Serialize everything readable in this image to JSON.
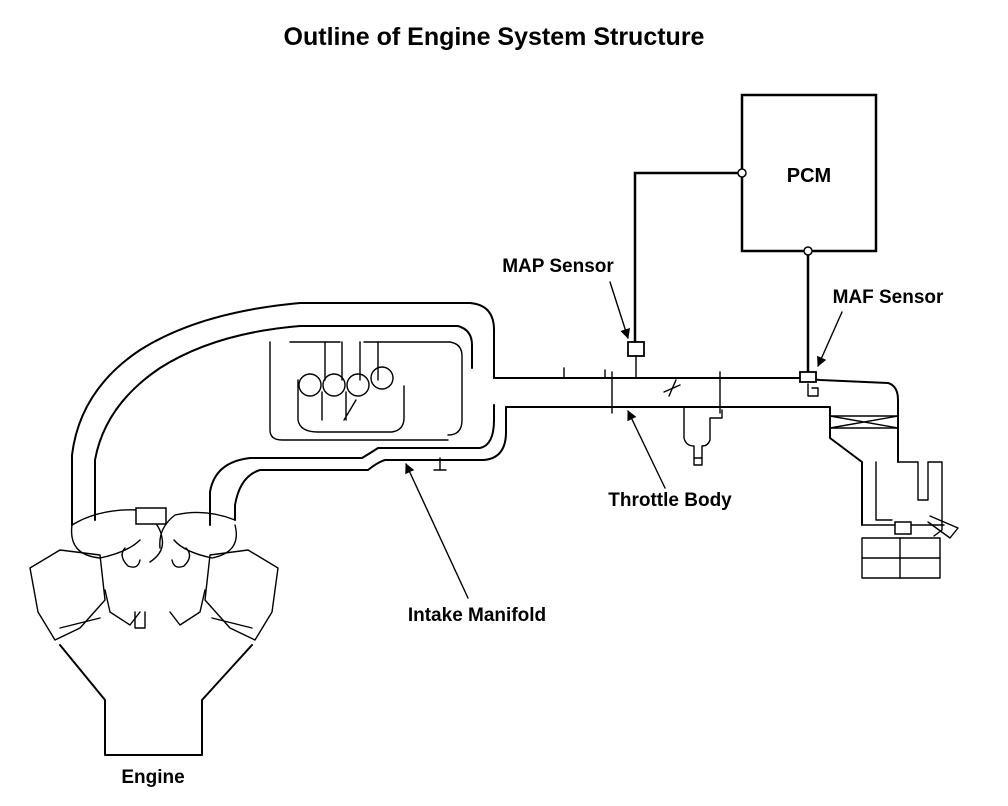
{
  "title": "Outline of Engine System Structure",
  "components": {
    "pcm": "PCM",
    "map_sensor": "MAP Sensor",
    "maf_sensor": "MAF Sensor",
    "throttle_body": "Throttle Body",
    "intake_manifold": "Intake Manifold",
    "engine": "Engine"
  }
}
